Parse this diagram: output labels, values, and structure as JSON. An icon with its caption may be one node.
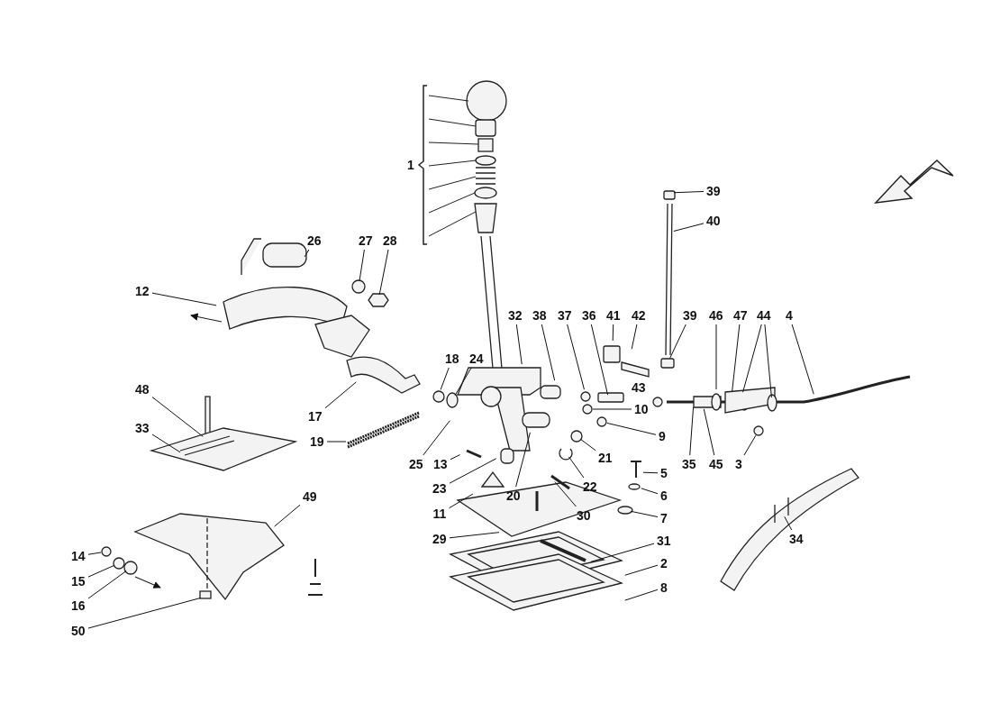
{
  "diagram": {
    "nodes": [
      {
        "text": [
          "1"
        ]
      },
      {
        "text": [
          "39"
        ]
      },
      {
        "text": [
          "40"
        ]
      },
      {
        "text": [
          "26"
        ]
      },
      {
        "text": [
          "27"
        ]
      },
      {
        "text": [
          "28"
        ]
      },
      {
        "text": [
          "12"
        ]
      },
      {
        "text": [
          "32"
        ]
      },
      {
        "text": [
          "38"
        ]
      },
      {
        "text": [
          "37"
        ]
      },
      {
        "text": [
          "36"
        ]
      },
      {
        "text": [
          "41"
        ]
      },
      {
        "text": [
          "42"
        ]
      },
      {
        "text": [
          "39"
        ]
      },
      {
        "text": [
          "46"
        ]
      },
      {
        "text": [
          "47"
        ]
      },
      {
        "text": [
          "44"
        ]
      },
      {
        "text": [
          "4"
        ]
      },
      {
        "text": [
          "18"
        ]
      },
      {
        "text": [
          "24"
        ]
      },
      {
        "text": [
          "43"
        ]
      },
      {
        "text": [
          "48"
        ]
      },
      {
        "text": [
          "10"
        ]
      },
      {
        "text": [
          "17"
        ]
      },
      {
        "text": [
          "33"
        ]
      },
      {
        "text": [
          "9"
        ]
      },
      {
        "text": [
          "21"
        ]
      },
      {
        "text": [
          "19"
        ]
      },
      {
        "text": [
          "20"
        ]
      },
      {
        "text": [
          "22"
        ]
      },
      {
        "text": [
          "25"
        ]
      },
      {
        "text": [
          "13"
        ]
      },
      {
        "text": [
          "5"
        ]
      },
      {
        "text": [
          "35"
        ]
      },
      {
        "text": [
          "45"
        ]
      },
      {
        "text": [
          "3"
        ]
      },
      {
        "text": [
          "23"
        ]
      },
      {
        "text": [
          "6"
        ]
      },
      {
        "text": [
          "11"
        ]
      },
      {
        "text": [
          "30"
        ]
      },
      {
        "text": [
          "7"
        ]
      },
      {
        "text": [
          "49"
        ]
      },
      {
        "text": [
          "29"
        ]
      },
      {
        "text": [
          "31"
        ]
      },
      {
        "text": [
          "34"
        ]
      },
      {
        "text": [
          "2"
        ]
      },
      {
        "text": [
          "14"
        ]
      },
      {
        "text": [
          "15"
        ]
      },
      {
        "text": [
          "8"
        ]
      },
      {
        "text": [
          "16"
        ]
      },
      {
        "text": [
          "50"
        ]
      }
    ],
    "edges": [
      {
        "from": 1,
        "to": null,
        "arrow": "none"
      },
      {
        "from": 2,
        "to": null,
        "arrow": "none"
      },
      {
        "from": 3,
        "to": null,
        "arrow": "none"
      },
      {
        "from": 4,
        "to": null,
        "arrow": "none"
      },
      {
        "from": 5,
        "to": null,
        "arrow": "none"
      },
      {
        "from": 6,
        "to": null,
        "arrow": "none"
      },
      {
        "from": 7,
        "to": null,
        "arrow": "none"
      },
      {
        "from": 8,
        "to": null,
        "arrow": "none"
      },
      {
        "from": 9,
        "to": null,
        "arrow": "none"
      },
      {
        "from": 10,
        "to": null,
        "arrow": "none"
      },
      {
        "from": 11,
        "to": null,
        "arrow": "none"
      },
      {
        "from": 12,
        "to": null,
        "arrow": "none"
      },
      {
        "from": 13,
        "to": null,
        "arrow": "none"
      },
      {
        "from": 14,
        "to": null,
        "arrow": "none"
      },
      {
        "from": 15,
        "to": null,
        "arrow": "none"
      },
      {
        "from": 16,
        "to": null,
        "arrow": "none"
      },
      {
        "from": 16,
        "to": null,
        "arrow": "none"
      },
      {
        "from": 17,
        "to": null,
        "arrow": "none"
      },
      {
        "from": 18,
        "to": null,
        "arrow": "none"
      },
      {
        "from": 19,
        "to": null,
        "arrow": "none"
      },
      {
        "from": 21,
        "to": null,
        "arrow": "none"
      },
      {
        "from": 22,
        "to": null,
        "arrow": "none"
      },
      {
        "from": 23,
        "to": null,
        "arrow": "none"
      },
      {
        "from": 24,
        "to": null,
        "arrow": "none"
      },
      {
        "from": 25,
        "to": null,
        "arrow": "none"
      },
      {
        "from": 26,
        "to": null,
        "arrow": "none"
      },
      {
        "from": 27,
        "to": null,
        "arrow": "none"
      },
      {
        "from": 28,
        "to": null,
        "arrow": "none"
      },
      {
        "from": 29,
        "to": null,
        "arrow": "none"
      },
      {
        "from": 30,
        "to": null,
        "arrow": "none"
      },
      {
        "from": 31,
        "to": null,
        "arrow": "none"
      },
      {
        "from": 32,
        "to": null,
        "arrow": "none"
      },
      {
        "from": 33,
        "to": null,
        "arrow": "none"
      },
      {
        "from": 34,
        "to": null,
        "arrow": "none"
      },
      {
        "from": 35,
        "to": null,
        "arrow": "none"
      },
      {
        "from": 36,
        "to": null,
        "arrow": "none"
      },
      {
        "from": 37,
        "to": null,
        "arrow": "none"
      },
      {
        "from": 38,
        "to": null,
        "arrow": "none"
      },
      {
        "from": 39,
        "to": null,
        "arrow": "none"
      },
      {
        "from": 40,
        "to": null,
        "arrow": "none"
      },
      {
        "from": 41,
        "to": null,
        "arrow": "none"
      },
      {
        "from": 42,
        "to": null,
        "arrow": "none"
      },
      {
        "from": 43,
        "to": null,
        "arrow": "none"
      },
      {
        "from": 44,
        "to": null,
        "arrow": "none"
      },
      {
        "from": 45,
        "to": null,
        "arrow": "none"
      },
      {
        "from": 46,
        "to": null,
        "arrow": "none"
      },
      {
        "from": 47,
        "to": null,
        "arrow": "none"
      },
      {
        "from": 48,
        "to": null,
        "arrow": "none"
      },
      {
        "from": 49,
        "to": null,
        "arrow": "none"
      },
      {
        "from": 50,
        "to": null,
        "arrow": "none"
      }
    ]
  }
}
